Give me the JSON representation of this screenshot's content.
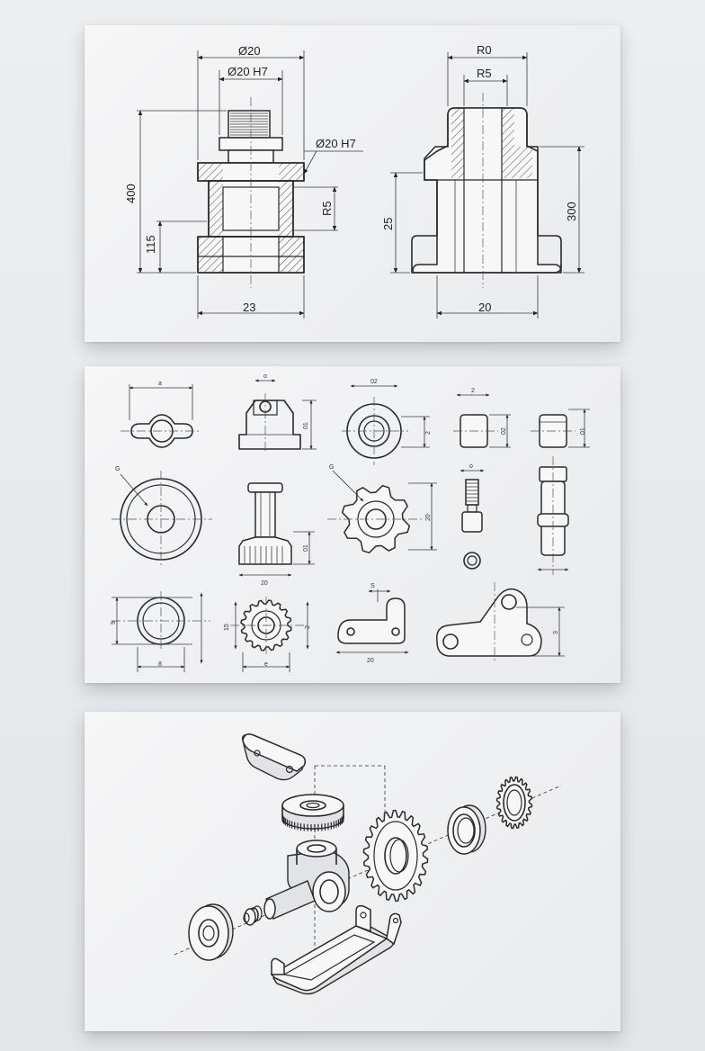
{
  "sheet_top": {
    "left_view": {
      "dims": {
        "outer_dia": "Ø20",
        "inner_dia": "Ø20 H7",
        "side_dia": "Ø20 H7",
        "height": "400",
        "lower_height": "115",
        "radius": "R5",
        "width": "23"
      }
    },
    "right_view": {
      "dims": {
        "top_radius": "R0",
        "inner_radius": "R5",
        "left_height": "25",
        "right_height": "300",
        "width": "20"
      }
    }
  },
  "sheet_parts": {
    "labels": {
      "wing_nut": "a",
      "block": "o",
      "block_h": "01",
      "washer": "02",
      "washer_h": "2",
      "cap_small": "2",
      "cap_small_h": "02",
      "cap_small2_h": "01",
      "disc_callout": "G",
      "spindle_h": "01",
      "spindle_w": "20",
      "gear_callout": "G",
      "gear_h": "20",
      "screw": "o",
      "ring_h": "9",
      "ring_w": "8",
      "sprocket_h": "15",
      "sprocket_h2": "2",
      "sprocket_w": "e",
      "bracket_callout": "S",
      "bracket_w": "20",
      "arm_h": "3"
    }
  },
  "colors": {
    "ink": "#2a2a2a",
    "sheet": "#f2f3f4",
    "background": "#e8eaed"
  }
}
